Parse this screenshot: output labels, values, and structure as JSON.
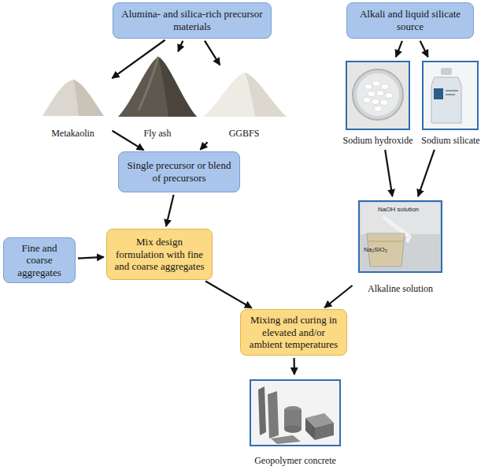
{
  "diagram": {
    "nodes": [
      {
        "text": [
          "Alumina- and silica-rich precursor materials"
        ]
      },
      {
        "text": [
          "Alkali and liquid silicate source"
        ]
      },
      {
        "text": [
          "Metakaolin"
        ]
      },
      {
        "text": [
          "Fly ash"
        ]
      },
      {
        "text": [
          "GGBFS"
        ]
      },
      {
        "text": [
          "Sodium hydroxide"
        ]
      },
      {
        "text": [
          "Sodium silicate"
        ]
      },
      {
        "text": [
          "Single precursor or blend of precursors"
        ]
      },
      {
        "text": [
          "Alkaline solution"
        ]
      },
      {
        "text": [
          "Fine and coarse aggregates"
        ]
      },
      {
        "text": [
          "Mix design formulation with fine and coarse aggregates"
        ]
      },
      {
        "text": [
          "Mixing and curing in elevated and/or ambient temperatures"
        ]
      },
      {
        "text": [
          "Geopolymer concrete"
        ]
      }
    ],
    "edges": [
      {
        "from": 0,
        "to": 2,
        "arrow": "to"
      },
      {
        "from": 0,
        "to": 3,
        "arrow": "to"
      },
      {
        "from": 0,
        "to": 4,
        "arrow": "to"
      },
      {
        "from": 1,
        "to": 5,
        "arrow": "to"
      },
      {
        "from": 1,
        "to": 6,
        "arrow": "to"
      },
      {
        "from": 2,
        "to": 7,
        "arrow": "to"
      },
      {
        "from": 4,
        "to": 7,
        "arrow": "to"
      },
      {
        "from": 5,
        "to": 8,
        "arrow": "to"
      },
      {
        "from": 6,
        "to": 8,
        "arrow": "to"
      },
      {
        "from": 7,
        "to": 10,
        "arrow": "to"
      },
      {
        "from": 9,
        "to": 10,
        "arrow": "to"
      },
      {
        "from": 10,
        "to": 11,
        "arrow": "to"
      },
      {
        "from": 8,
        "to": 11,
        "arrow": "to"
      },
      {
        "from": 11,
        "to": 12,
        "arrow": "to"
      }
    ],
    "labels": [
      "NaOH solution",
      "Na₂SiO₃"
    ]
  }
}
